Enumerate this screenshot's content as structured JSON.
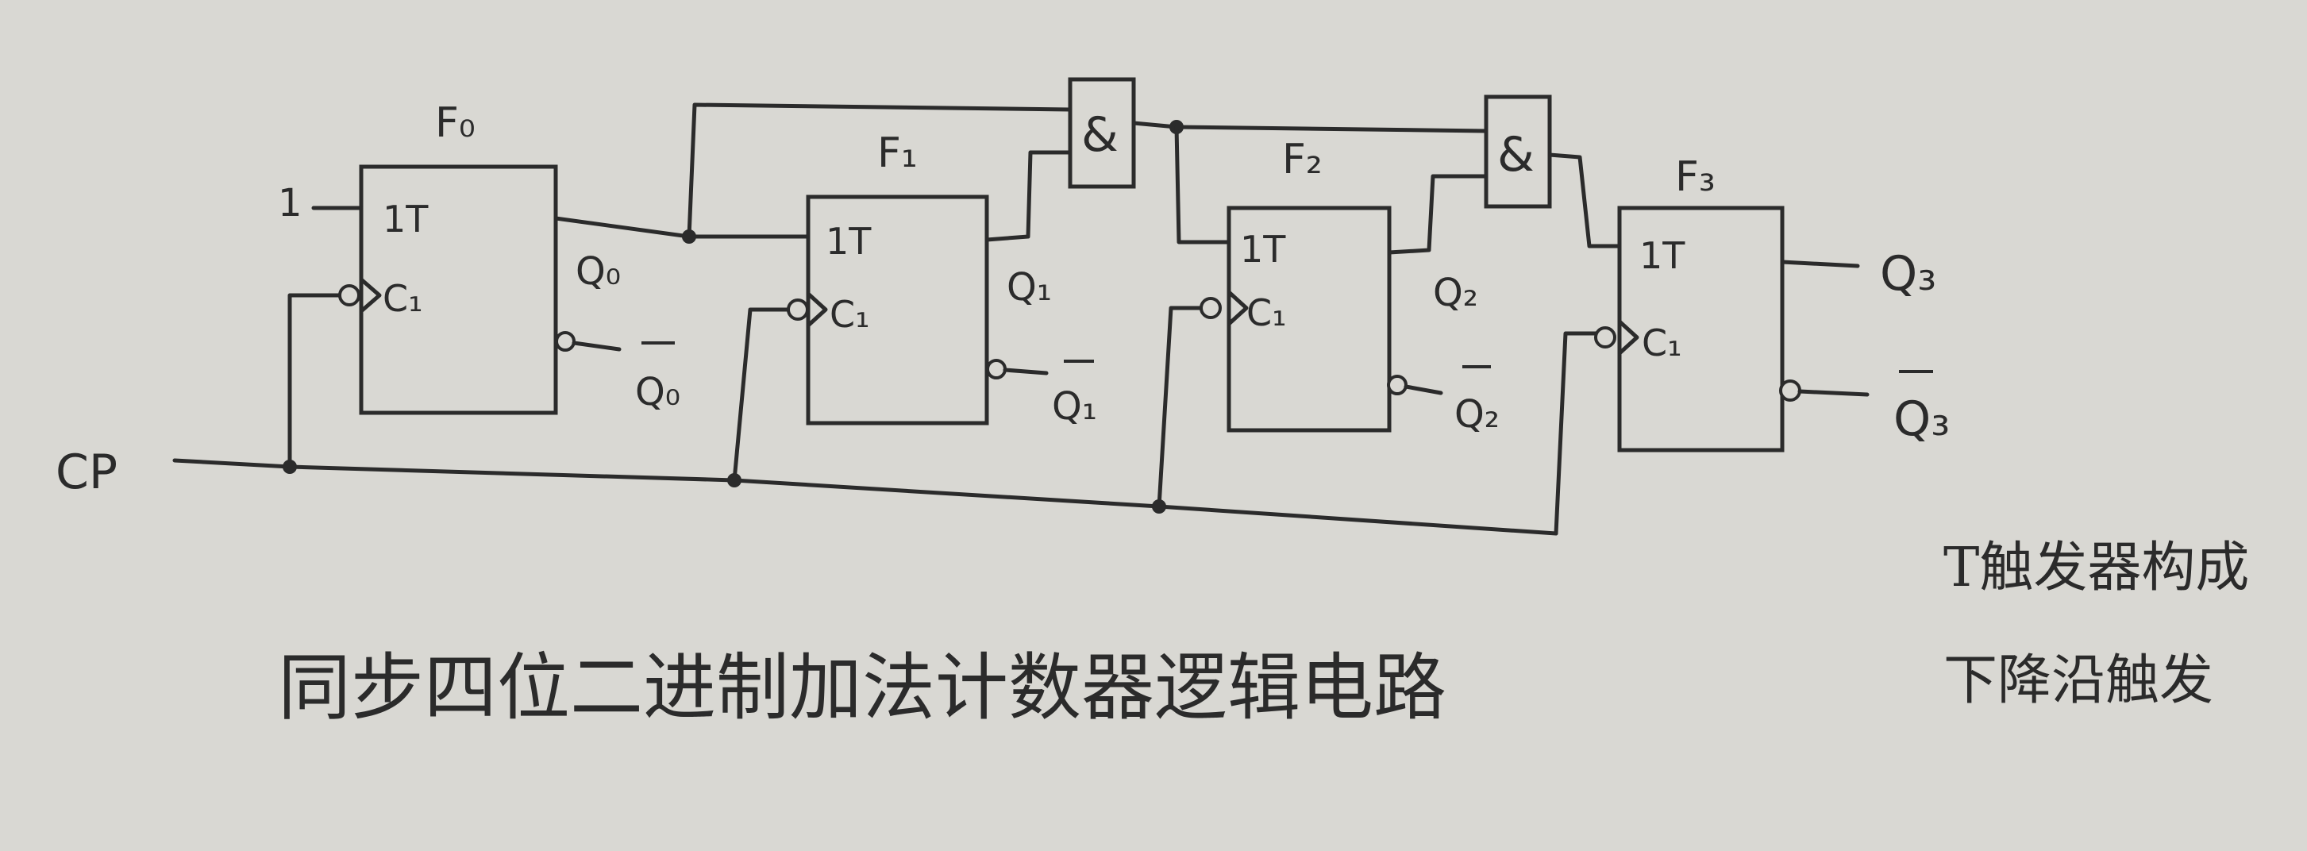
{
  "title": "同步四位二进制加法计数器逻辑电路",
  "note": [
    "T触发器构成",
    "下降沿触发"
  ],
  "input_label": "CP",
  "input_one": "1",
  "and_gate_symbol": "&",
  "flip_flops": [
    {
      "name": "F₀",
      "t_pin": "1T",
      "clk_pin": "C₁",
      "q": "Q₀",
      "qbar": "Q₀"
    },
    {
      "name": "F₁",
      "t_pin": "1T",
      "clk_pin": "C₁",
      "q": "Q₁",
      "qbar": "Q₁"
    },
    {
      "name": "F₂",
      "t_pin": "1T",
      "clk_pin": "C₁",
      "q": "Q₂",
      "qbar": "Q₂"
    },
    {
      "name": "F₃",
      "t_pin": "1T",
      "clk_pin": "C₁",
      "q": "Q₃",
      "qbar": "Q₃"
    }
  ],
  "colors": {
    "paper": "#d9d8d3",
    "ink": "#2b2b2b"
  }
}
